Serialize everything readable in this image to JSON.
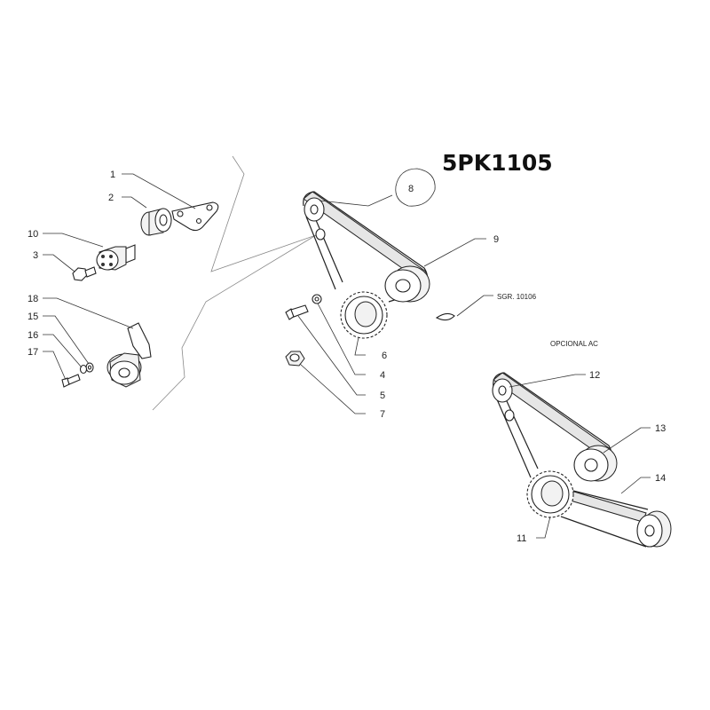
{
  "part_code": "5PK1105",
  "ref_note": "SGR. 10106",
  "option_label": "OPCIONAL AC",
  "bubble_label": "8",
  "callouts": {
    "c1": "1",
    "c2": "2",
    "c3": "3",
    "c4": "4",
    "c5": "5",
    "c6": "6",
    "c7": "7",
    "c9": "9",
    "c10": "10",
    "c11": "11",
    "c12": "12",
    "c13": "13",
    "c14": "14",
    "c15": "15",
    "c16": "16",
    "c17": "17",
    "c18": "18"
  }
}
